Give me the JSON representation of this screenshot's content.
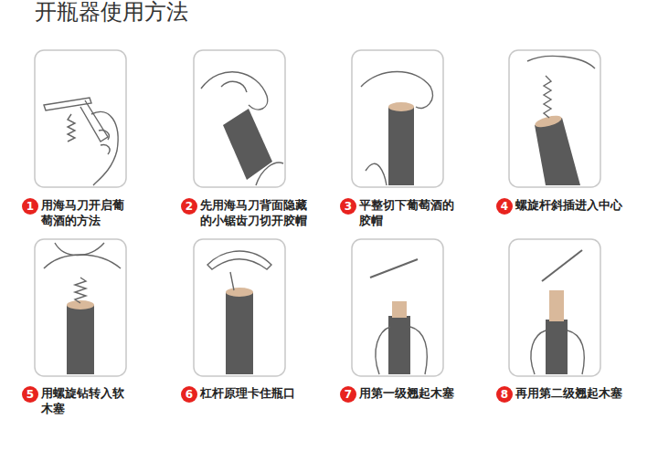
{
  "diagram": {
    "title": "开瓶器使用方法",
    "nodes": [
      {
        "text": [
          "1"
        ]
      },
      {
        "text": [
          "2"
        ]
      },
      {
        "text": [
          "3"
        ]
      },
      {
        "text": [
          "4"
        ]
      },
      {
        "text": [
          "5"
        ]
      },
      {
        "text": [
          "6"
        ]
      },
      {
        "text": [
          "7"
        ]
      },
      {
        "text": [
          "8"
        ]
      }
    ],
    "labels": [
      "用海马刀开启葡萄酒的方法",
      "先用海马刀背面隐藏的小锯齿刀切开胶帽",
      "平整切下葡萄酒的胶帽",
      "螺旋杆斜插进入中心",
      "用螺旋钻转入软木塞",
      "杠杆原理卡住瓶口",
      "用第一级翘起木塞",
      "再用第二级翘起木塞"
    ]
  }
}
